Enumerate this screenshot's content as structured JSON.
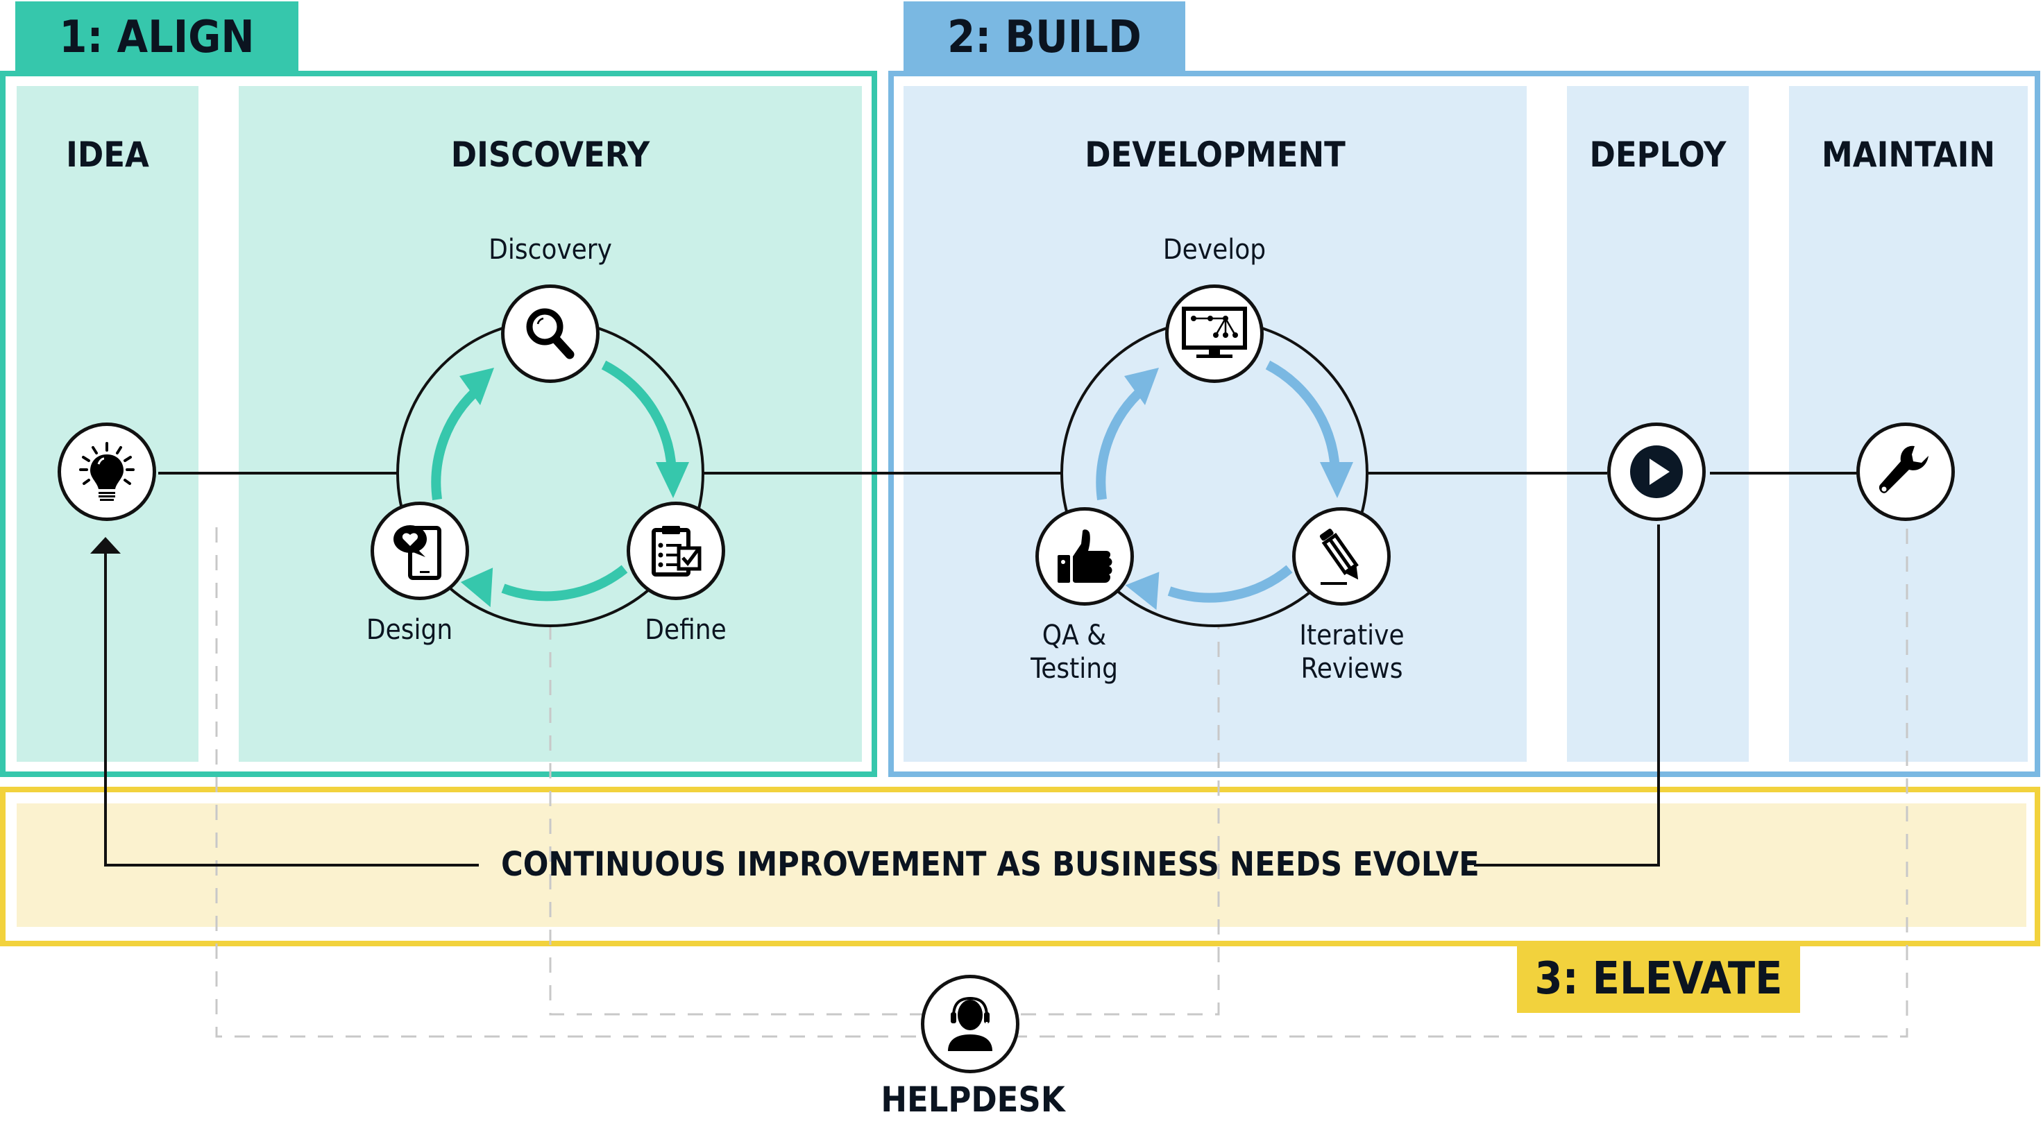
{
  "colors": {
    "align": "#36c7ac",
    "align_fill": "#cbf0e8",
    "build": "#7ab8e2",
    "build_fill": "#dcecf8",
    "elevate": "#f2d23d",
    "elevate_fill": "#fbf2cf",
    "line": "#111111",
    "dashed": "#c8c8c8"
  },
  "phases": {
    "align": {
      "label": "1: ALIGN"
    },
    "build": {
      "label": "2: BUILD"
    },
    "elevate": {
      "label": "3: ELEVATE"
    }
  },
  "columns": {
    "idea": {
      "title": "IDEA",
      "icon": "lightbulb-icon"
    },
    "discovery": {
      "title": "DISCOVERY",
      "cycle": [
        {
          "label": "Discovery",
          "icon": "magnifier-icon"
        },
        {
          "label": "Define",
          "icon": "clipboard-checklist-icon"
        },
        {
          "label": "Design",
          "icon": "mobile-heart-chat-icon"
        }
      ]
    },
    "development": {
      "title": "DEVELOPMENT",
      "cycle": [
        {
          "label": "Develop",
          "icon": "monitor-diagram-icon"
        },
        {
          "label_line1": "Iterative",
          "label_line2": "Reviews",
          "icon": "pencil-icon"
        },
        {
          "label_line1": "QA &",
          "label_line2": "Testing",
          "icon": "thumbs-up-icon"
        }
      ]
    },
    "deploy": {
      "title": "DEPLOY",
      "icon": "play-icon"
    },
    "maintain": {
      "title": "MAINTAIN",
      "icon": "wrench-icon"
    }
  },
  "feedback": {
    "text": "CONTINUOUS IMPROVEMENT AS BUSINESS NEEDS EVOLVE"
  },
  "helpdesk": {
    "label": "HELPDESK",
    "icon": "headset-agent-icon"
  }
}
